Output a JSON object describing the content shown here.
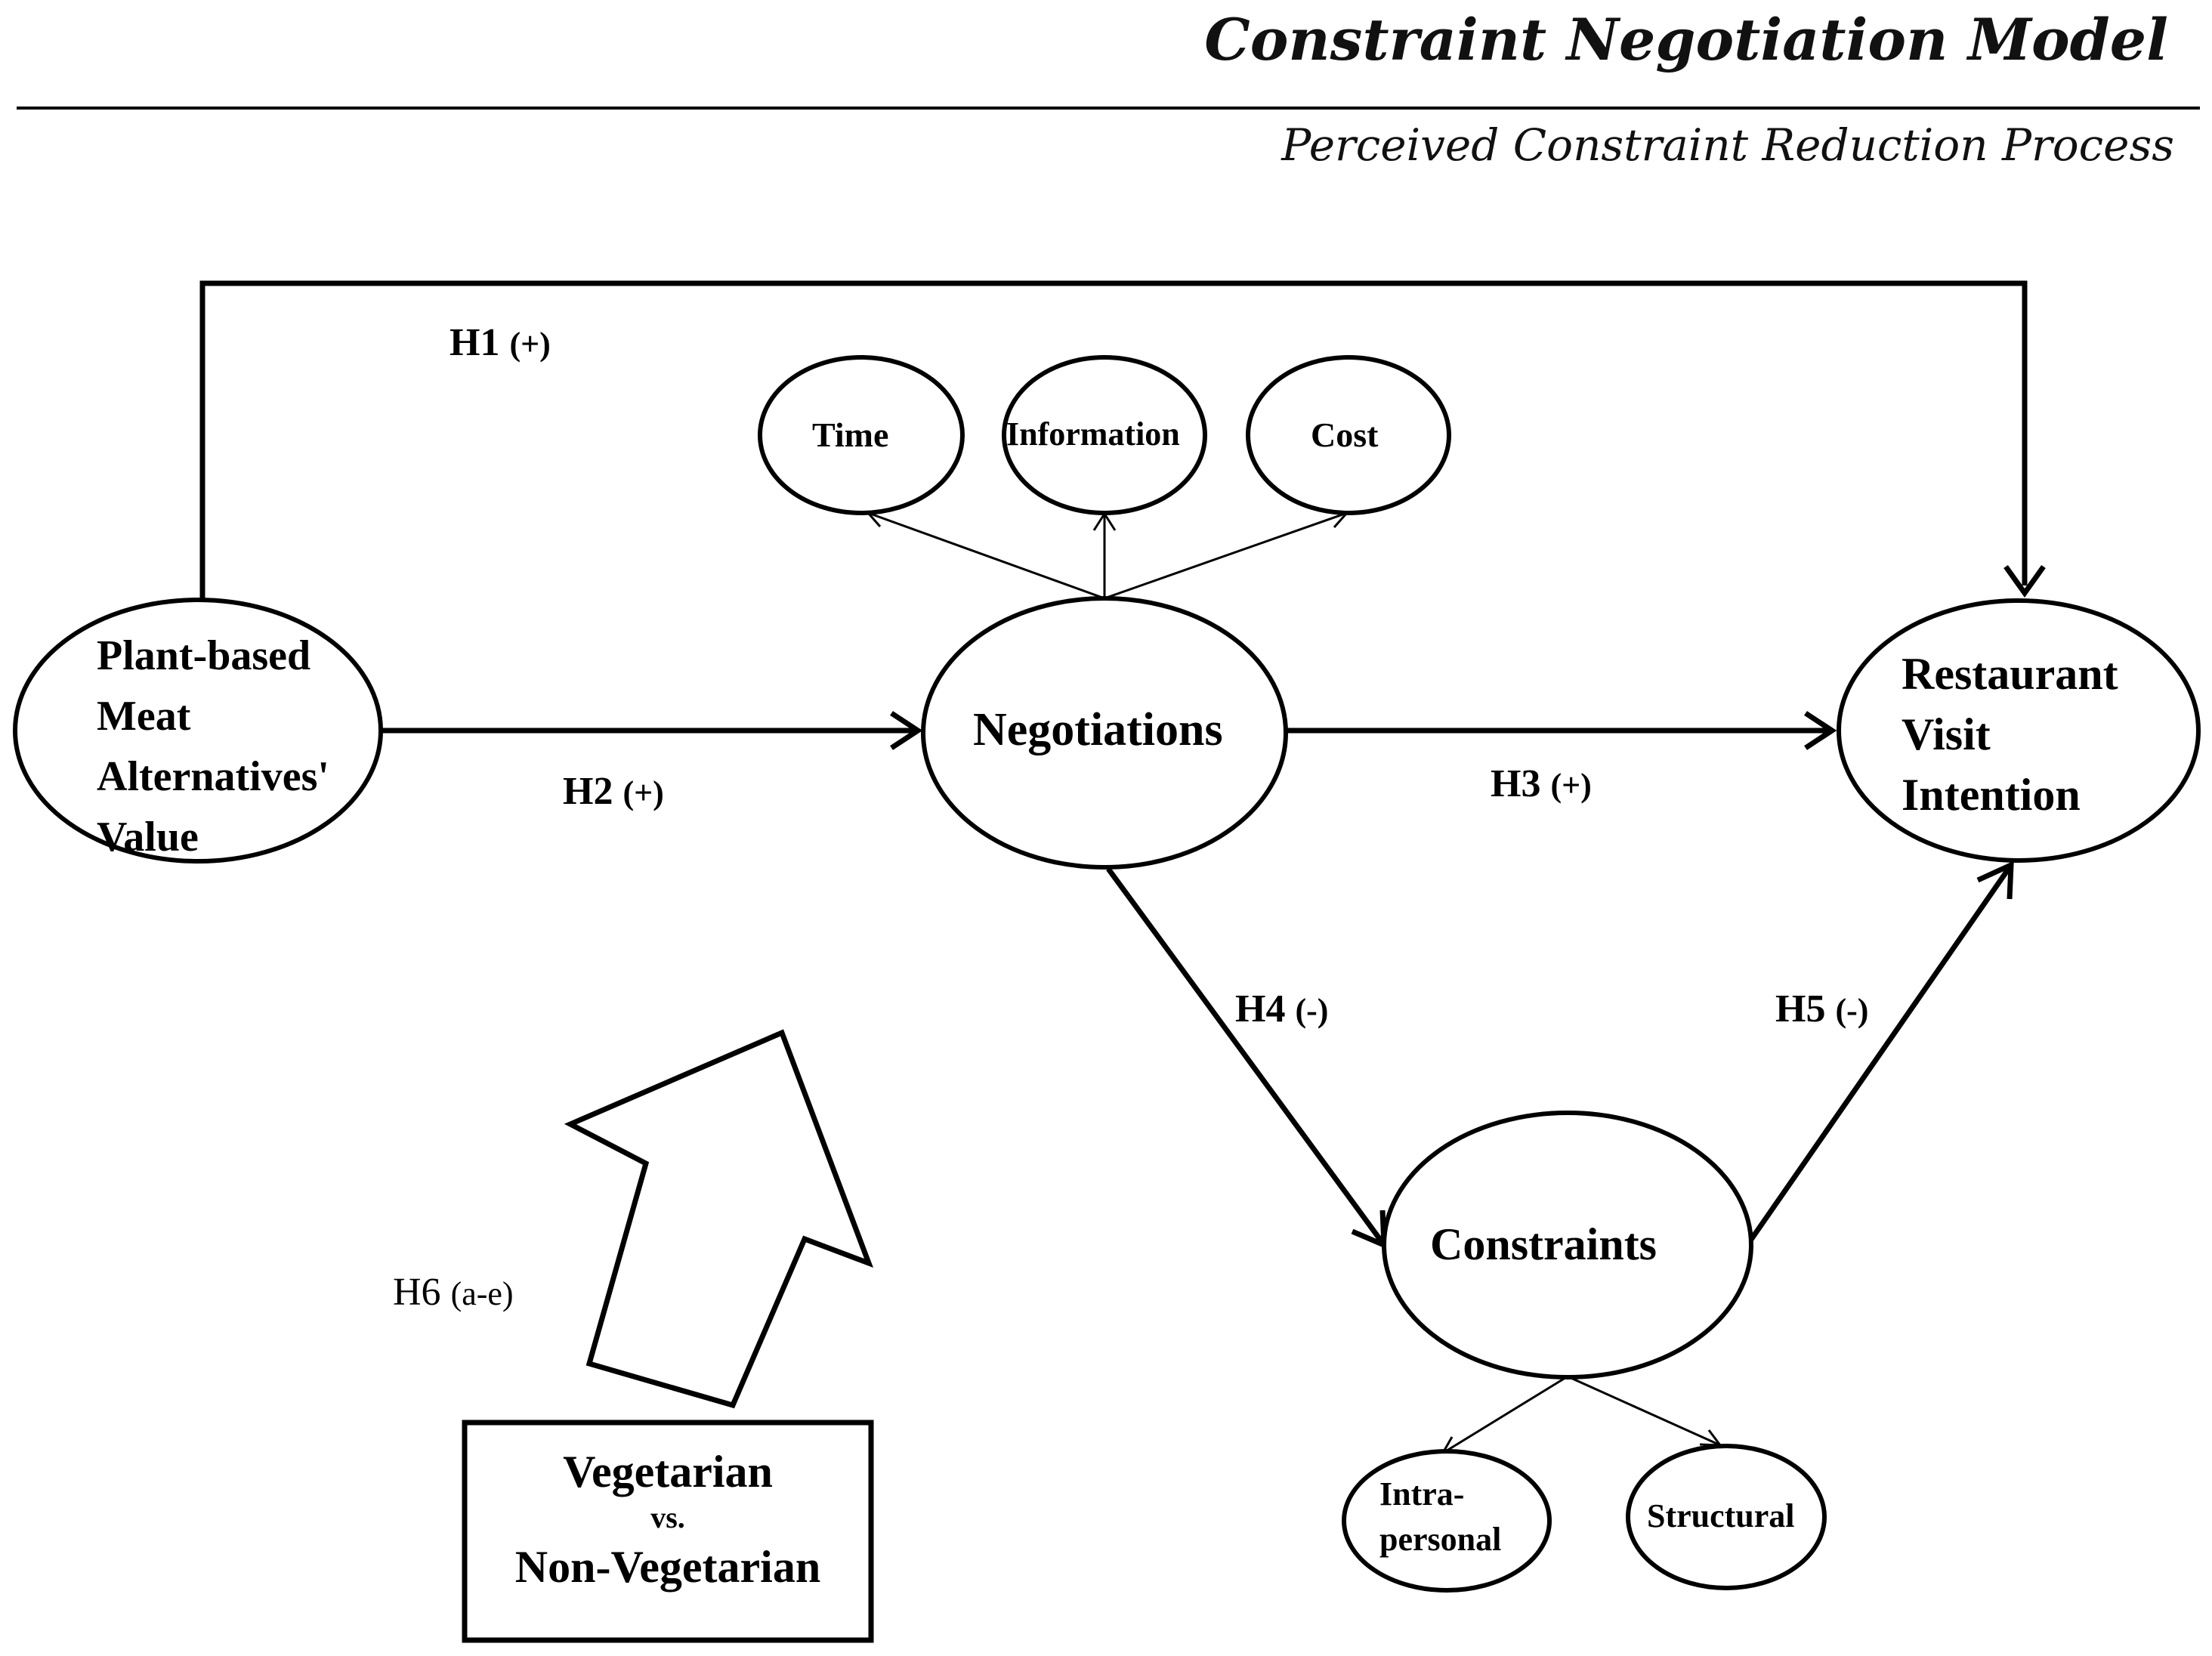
{
  "header": {
    "title": "Constraint Negotiation Model",
    "subtitle": "Perceived Constraint Reduction Process"
  },
  "nodes": {
    "value": [
      "Plant-based",
      "Meat",
      "Alternatives'",
      "Value"
    ],
    "negotiations": "Negotiations",
    "intention": [
      "Restaurant",
      "Visit",
      "Intention"
    ],
    "constraints": "Constraints",
    "time": "Time",
    "information": "Information",
    "cost": "Cost",
    "intrapersonal": [
      "Intra-",
      "personal"
    ],
    "structural": "Structural"
  },
  "hypotheses": {
    "h1": {
      "id": "H1",
      "sign": "(+)"
    },
    "h2": {
      "id": "H2",
      "sign": "(+)"
    },
    "h3": {
      "id": "H3",
      "sign": "(+)"
    },
    "h4": {
      "id": "H4",
      "sign": "(-)"
    },
    "h5": {
      "id": "H5",
      "sign": "(-)"
    },
    "h6": {
      "id": "H6",
      "sign": "(a-e)"
    }
  },
  "moderator": {
    "line1": "Vegetarian",
    "line2": "vs.",
    "line3": "Non-Vegetarian"
  }
}
